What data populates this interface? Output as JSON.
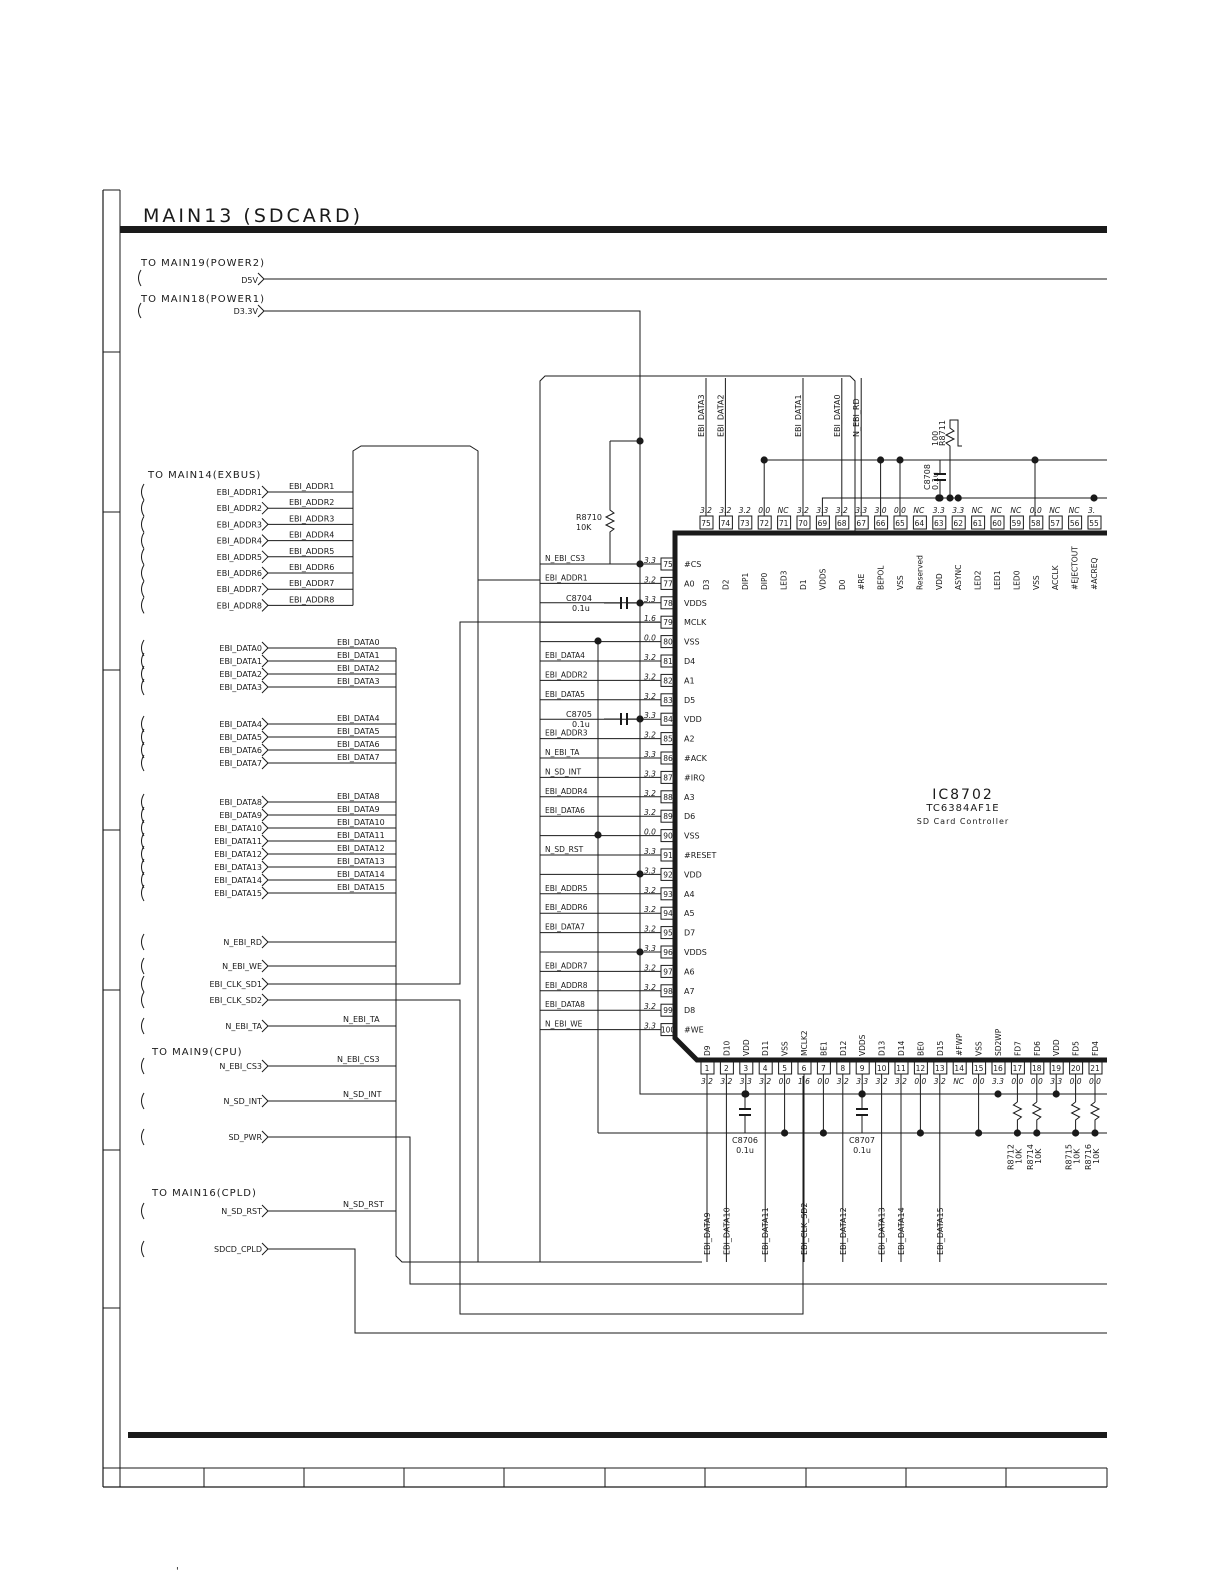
{
  "title": "MAIN13 (SDCARD)",
  "page_mark": "'",
  "power": {
    "header1": "TO MAIN19(POWER2)",
    "d5v": "D5V",
    "header2": "TO MAIN18(POWER1)",
    "d33v": "D3.3V"
  },
  "exbus": {
    "header": "TO MAIN14(EXBUS)",
    "addr": [
      "EBI_ADDR1",
      "EBI_ADDR2",
      "EBI_ADDR3",
      "EBI_ADDR4",
      "EBI_ADDR5",
      "EBI_ADDR6",
      "EBI_ADDR7",
      "EBI_ADDR8"
    ],
    "data": [
      "EBI_DATA0",
      "EBI_DATA1",
      "EBI_DATA2",
      "EBI_DATA3",
      "EBI_DATA4",
      "EBI_DATA5",
      "EBI_DATA6",
      "EBI_DATA7",
      "EBI_DATA8",
      "EBI_DATA9",
      "EBI_DATA10",
      "EBI_DATA11",
      "EBI_DATA12",
      "EBI_DATA13",
      "EBI_DATA14",
      "EBI_DATA15"
    ],
    "ctrl": [
      "N_EBI_RD",
      "N_EBI_WE",
      "EBI_CLK_SD1",
      "EBI_CLK_SD2",
      "N_EBI_TA"
    ]
  },
  "cpu": {
    "header": "TO MAIN9(CPU)",
    "signals": [
      "N_EBI_CS3",
      "N_SD_INT",
      "SD_PWR"
    ]
  },
  "cpld": {
    "header": "TO MAIN16(CPLD)",
    "signals": [
      "N_SD_RST",
      "SDCD_CPLD"
    ]
  },
  "ic": {
    "ref": "IC8702",
    "part": "TC6384AF1E",
    "desc": "SD Card Controller"
  },
  "left_pins": [
    {
      "num": "75",
      "name": "#CS",
      "volt": "3.3",
      "net": "N_EBI_CS3"
    },
    {
      "num": "77",
      "name": "A0",
      "volt": "3.2",
      "net": "EBI_ADDR1"
    },
    {
      "num": "78",
      "name": "VDDS",
      "volt": "3.3",
      "net": ""
    },
    {
      "num": "79",
      "name": "MCLK",
      "volt": "1.6",
      "net": ""
    },
    {
      "num": "80",
      "name": "VSS",
      "volt": "0.0",
      "net": ""
    },
    {
      "num": "81",
      "name": "D4",
      "volt": "3.2",
      "net": "EBI_DATA4"
    },
    {
      "num": "82",
      "name": "A1",
      "volt": "3.2",
      "net": "EBI_ADDR2"
    },
    {
      "num": "83",
      "name": "D5",
      "volt": "3.2",
      "net": "EBI_DATA5"
    },
    {
      "num": "84",
      "name": "VDD",
      "volt": "3.3",
      "net": ""
    },
    {
      "num": "85",
      "name": "A2",
      "volt": "3.2",
      "net": "EBI_ADDR3"
    },
    {
      "num": "86",
      "name": "#ACK",
      "volt": "3.3",
      "net": "N_EBI_TA"
    },
    {
      "num": "87",
      "name": "#IRQ",
      "volt": "3.3",
      "net": "N_SD_INT"
    },
    {
      "num": "88",
      "name": "A3",
      "volt": "3.2",
      "net": "EBI_ADDR4"
    },
    {
      "num": "89",
      "name": "D6",
      "volt": "3.2",
      "net": "EBI_DATA6"
    },
    {
      "num": "90",
      "name": "VSS",
      "volt": "0.0",
      "net": ""
    },
    {
      "num": "91",
      "name": "#RESET",
      "volt": "3.3",
      "net": "N_SD_RST"
    },
    {
      "num": "92",
      "name": "VDD",
      "volt": "3.3",
      "net": ""
    },
    {
      "num": "93",
      "name": "A4",
      "volt": "3.2",
      "net": "EBI_ADDR5"
    },
    {
      "num": "94",
      "name": "A5",
      "volt": "3.2",
      "net": "EBI_ADDR6"
    },
    {
      "num": "95",
      "name": "D7",
      "volt": "3.2",
      "net": "EBI_DATA7"
    },
    {
      "num": "96",
      "name": "VDDS",
      "volt": "3.3",
      "net": ""
    },
    {
      "num": "97",
      "name": "A6",
      "volt": "3.2",
      "net": "EBI_ADDR7"
    },
    {
      "num": "98",
      "name": "A7",
      "volt": "3.2",
      "net": "EBI_ADDR8"
    },
    {
      "num": "99",
      "name": "D8",
      "volt": "3.2",
      "net": "EBI_DATA8"
    },
    {
      "num": "100",
      "name": "#WE",
      "volt": "3.3",
      "net": "N_EBI_WE"
    }
  ],
  "top_pins": [
    {
      "num": "75",
      "name": "D3",
      "volt": "3.2",
      "net": "EBI_DATA3"
    },
    {
      "num": "74",
      "name": "D2",
      "volt": "3.2",
      "net": "EBI_DATA2"
    },
    {
      "num": "73",
      "name": "DIP1",
      "volt": "3.2",
      "net": ""
    },
    {
      "num": "72",
      "name": "DIP0",
      "volt": "0.0",
      "net": ""
    },
    {
      "num": "71",
      "name": "LED3",
      "volt": "NC",
      "net": ""
    },
    {
      "num": "70",
      "name": "D1",
      "volt": "3.2",
      "net": "EBI_DATA1"
    },
    {
      "num": "69",
      "name": "VDDS",
      "volt": "3.3",
      "net": ""
    },
    {
      "num": "68",
      "name": "D0",
      "volt": "3.2",
      "net": "EBI_DATA0"
    },
    {
      "num": "67",
      "name": "#RE",
      "volt": "3.3",
      "net": "N_EBI_RD"
    },
    {
      "num": "66",
      "name": "BEPOL",
      "volt": "3.0",
      "net": ""
    },
    {
      "num": "65",
      "name": "VSS",
      "volt": "0.0",
      "net": ""
    },
    {
      "num": "64",
      "name": "Reserved",
      "volt": "NC",
      "net": ""
    },
    {
      "num": "63",
      "name": "VDD",
      "volt": "3.3",
      "net": ""
    },
    {
      "num": "62",
      "name": "ASYNC",
      "volt": "3.3",
      "net": ""
    },
    {
      "num": "61",
      "name": "LED2",
      "volt": "NC",
      "net": ""
    },
    {
      "num": "60",
      "name": "LED1",
      "volt": "NC",
      "net": ""
    },
    {
      "num": "59",
      "name": "LED0",
      "volt": "NC",
      "net": ""
    },
    {
      "num": "58",
      "name": "VSS",
      "volt": "0.0",
      "net": ""
    },
    {
      "num": "57",
      "name": "ACCLK",
      "volt": "NC",
      "net": ""
    },
    {
      "num": "56",
      "name": "#EJECTOUT",
      "volt": "NC",
      "net": ""
    },
    {
      "num": "55",
      "name": "#ACREQ",
      "volt": "3.",
      "net": ""
    }
  ],
  "bottom_pins": [
    {
      "num": "1",
      "name": "D9",
      "volt": "3.2",
      "net": "EBI_DATA9"
    },
    {
      "num": "2",
      "name": "D10",
      "volt": "3.2",
      "net": "EBI_DATA10"
    },
    {
      "num": "3",
      "name": "VDD",
      "volt": "3.3",
      "net": ""
    },
    {
      "num": "4",
      "name": "D11",
      "volt": "3.2",
      "net": "EBI_DATA11"
    },
    {
      "num": "5",
      "name": "VSS",
      "volt": "0.0",
      "net": ""
    },
    {
      "num": "6",
      "name": "MCLK2",
      "volt": "1.6",
      "net": "EBI_CLK_SD2"
    },
    {
      "num": "7",
      "name": "BE1",
      "volt": "0.0",
      "net": ""
    },
    {
      "num": "8",
      "name": "D12",
      "volt": "3.2",
      "net": "EBI_DATA12"
    },
    {
      "num": "9",
      "name": "VDDS",
      "volt": "3.3",
      "net": ""
    },
    {
      "num": "10",
      "name": "D13",
      "volt": "3.2",
      "net": "EBI_DATA13"
    },
    {
      "num": "11",
      "name": "D14",
      "volt": "3.2",
      "net": "EBI_DATA14"
    },
    {
      "num": "12",
      "name": "BE0",
      "volt": "0.0",
      "net": ""
    },
    {
      "num": "13",
      "name": "D15",
      "volt": "3.2",
      "net": "EBI_DATA15"
    },
    {
      "num": "14",
      "name": "#FWP",
      "volt": "NC",
      "net": ""
    },
    {
      "num": "15",
      "name": "VSS",
      "volt": "0.0",
      "net": ""
    },
    {
      "num": "16",
      "name": "SD2WP",
      "volt": "3.3",
      "net": ""
    },
    {
      "num": "17",
      "name": "FD7",
      "volt": "0.0",
      "net": ""
    },
    {
      "num": "18",
      "name": "FD6",
      "volt": "0.0",
      "net": ""
    },
    {
      "num": "19",
      "name": "VDD",
      "volt": "3.3",
      "net": ""
    },
    {
      "num": "20",
      "name": "FD5",
      "volt": "0.0",
      "net": ""
    },
    {
      "num": "21",
      "name": "FD4",
      "volt": "0.0",
      "net": ""
    }
  ],
  "components": {
    "r8710": "R8710",
    "r8710_val": "10K",
    "c8704": "C8704",
    "c8704_val": "0.1u",
    "c8705": "C8705",
    "c8705_val": "0.1u",
    "c8706": "C8706",
    "c8706_val": "0.1u",
    "c8707": "C8707",
    "c8707_val": "0.1u",
    "c8708": "C8708",
    "c8708_val": "0.1u",
    "r8711": "R8711",
    "r8711_val": "100",
    "r8712": "R8712",
    "r8714": "R8714",
    "r8715": "R8715",
    "r8716": "R8716",
    "r_pull_val": "10K",
    "nc": "NC"
  },
  "colors": {
    "ink": "#1a1a1a",
    "paper": "#ffffff"
  }
}
